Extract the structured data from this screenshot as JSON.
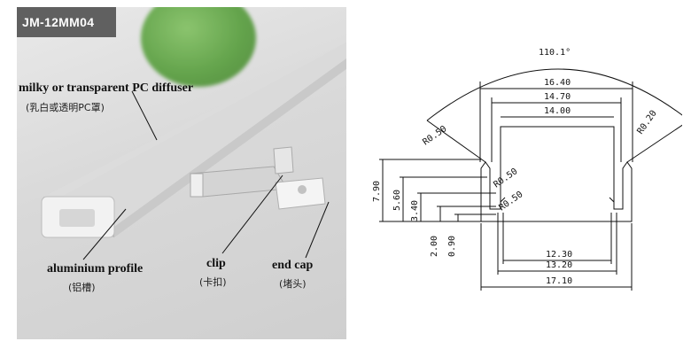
{
  "photo": {
    "model_code": "JM-12MM04",
    "labels": {
      "diffuser": {
        "en": "milky or transparent PC diffuser",
        "cn": "(乳白或透明PC罩)"
      },
      "profile": {
        "en": "aluminium profile",
        "cn": "(铝槽)"
      },
      "clip": {
        "en": "clip",
        "cn": "(卡扣)"
      },
      "endcap": {
        "en": "end cap",
        "cn": "(堵头)"
      }
    }
  },
  "drawing": {
    "angle": "110.1°",
    "widths": {
      "w1": "16.40",
      "w2": "14.70",
      "w3": "14.00",
      "b1": "12.30",
      "b2": "13.20",
      "b3": "17.10"
    },
    "heights": {
      "h1": "7.90",
      "h2": "5.60",
      "h3": "3.40",
      "h4": "2.00",
      "h5": "0.90"
    },
    "radii": {
      "r_left": "R0.50",
      "r_right": "R0.20",
      "r_mid1": "R0.50",
      "r_mid2": "R0.50"
    }
  }
}
